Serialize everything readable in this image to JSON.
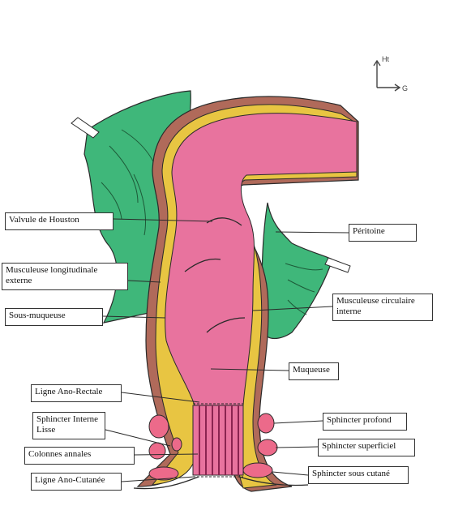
{
  "compass": {
    "up": "Ht",
    "right": "G"
  },
  "labels": {
    "valvule_houston": "Valvule de Houston",
    "peritoine": "Péritoine",
    "musculeuse_longitudinale": "Musculeuse longitudinale externe",
    "sous_muqueuse": "Sous-muqueuse",
    "musculeuse_circulaire": "Musculeuse circulaire interne",
    "muqueuse": "Muqueuse",
    "ligne_ano_rectale": "Ligne Ano-Rectale",
    "sphincter_interne": "Sphincter Interne Lisse",
    "sphincter_profond": "Sphincter profond",
    "colonnes_annales": "Colonnes annales",
    "sphincter_superficiel": "Sphincter superficiel",
    "ligne_ano_cutanee": "Ligne Ano-Cutanée",
    "sphincter_sous_cutane": "Sphincter sous cutané"
  },
  "colors": {
    "mesentery": "#3fb77a",
    "muscle": "#b06a5a",
    "submucosa": "#e8c542",
    "mucosa": "#e8739e",
    "outline": "#2a2a2a"
  }
}
